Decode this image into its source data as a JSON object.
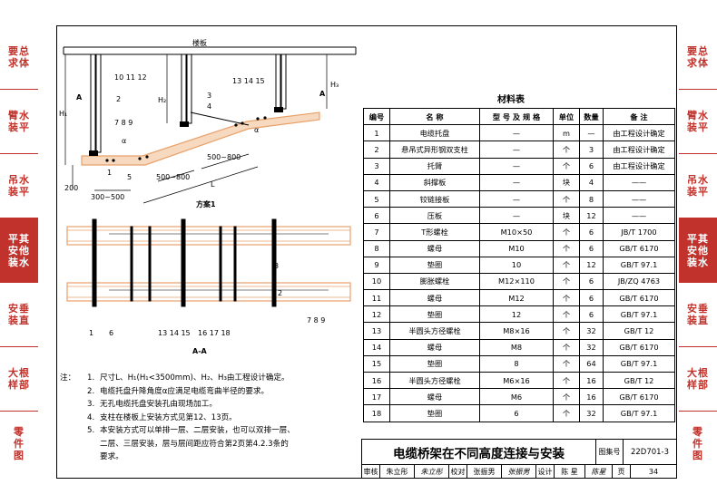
{
  "left_tabs": [
    {
      "l1": "要总",
      "l2": "求体",
      "active": false
    },
    {
      "l1": "臂水",
      "l2": "装平",
      "active": false
    },
    {
      "l1": "吊水",
      "l2": "装平",
      "active": false
    },
    {
      "l1": "平其",
      "l2": "安他",
      "l3": "装水",
      "active": true
    },
    {
      "l1": "安垂",
      "l2": "装直",
      "active": false
    },
    {
      "l1": "大根",
      "l2": "样部",
      "active": false
    },
    {
      "l1": "零",
      "l2": "件",
      "l3": "图",
      "active": false
    }
  ],
  "drawing": {
    "slab_label": "楼板",
    "scheme_label": "方案1",
    "section_label": "A-A",
    "section_mark": "A",
    "labels_top": {
      "parts_a": "10 11 12",
      "n2": "2",
      "n3": "3",
      "n4": "4",
      "parts_b": "13 14 15",
      "parts_c": "7 8 9",
      "n5": "5",
      "n1": "1",
      "alpha": "α",
      "h1": "H₁",
      "h2": "H₂",
      "h3": "H₃",
      "dim200": "200",
      "dim300_500": "300~500",
      "dim500_800a": "500~800",
      "dim500_800b": "500~800",
      "dimL": "L"
    },
    "labels_bottom": {
      "n1": "1",
      "n6": "6",
      "parts_d": "13 14 15",
      "parts_e": "16 17 18",
      "n2": "2",
      "n3": "3",
      "parts_f": "7 8 9"
    }
  },
  "table": {
    "title": "材料表",
    "headers": [
      "编号",
      "名    称",
      "型 号 及 规 格",
      "单位",
      "数量",
      "备    注"
    ],
    "rows": [
      [
        "1",
        "电缆托盘",
        "—",
        "m",
        "—",
        "由工程设计确定"
      ],
      [
        "2",
        "悬吊式异形钢双支柱",
        "—",
        "个",
        "3",
        "由工程设计确定"
      ],
      [
        "3",
        "托臂",
        "—",
        "个",
        "6",
        "由工程设计确定"
      ],
      [
        "4",
        "斜撑板",
        "—",
        "块",
        "4",
        "——"
      ],
      [
        "5",
        "铰链接板",
        "—",
        "个",
        "8",
        "——"
      ],
      [
        "6",
        "压板",
        "—",
        "块",
        "12",
        "——"
      ],
      [
        "7",
        "T形螺栓",
        "M10×50",
        "个",
        "6",
        "JB/T 1700"
      ],
      [
        "8",
        "螺母",
        "M10",
        "个",
        "6",
        "GB/T 6170"
      ],
      [
        "9",
        "垫圈",
        "10",
        "个",
        "12",
        "GB/T 97.1"
      ],
      [
        "10",
        "膨胀螺栓",
        "M12×110",
        "个",
        "6",
        "JB/ZQ 4763"
      ],
      [
        "11",
        "螺母",
        "M12",
        "个",
        "6",
        "GB/T 6170"
      ],
      [
        "12",
        "垫圈",
        "12",
        "个",
        "6",
        "GB/T 97.1"
      ],
      [
        "13",
        "半圆头方径螺栓",
        "M8×16",
        "个",
        "32",
        "GB/T 12"
      ],
      [
        "14",
        "螺母",
        "M8",
        "个",
        "32",
        "GB/T 6170"
      ],
      [
        "15",
        "垫圈",
        "8",
        "个",
        "64",
        "GB/T 97.1"
      ],
      [
        "16",
        "半圆头方径螺栓",
        "M6×16",
        "个",
        "16",
        "GB/T 12"
      ],
      [
        "17",
        "螺母",
        "M6",
        "个",
        "16",
        "GB/T 6170"
      ],
      [
        "18",
        "垫圈",
        "6",
        "个",
        "32",
        "GB/T 97.1"
      ]
    ]
  },
  "notes": {
    "prefix": "注：",
    "items": [
      {
        "n": "1.",
        "t": "尺寸L、H₁(H₁<3500mm)、H₂、H₃由工程设计确定。"
      },
      {
        "n": "2.",
        "t": "电缆托盘升降角度α应满足电缆弯曲半径的要求。"
      },
      {
        "n": "3.",
        "t": "无孔电缆托盘安装孔由现场加工。"
      },
      {
        "n": "4.",
        "t": "支柱在楼板上安装方式见第12、13页。"
      },
      {
        "n": "5.",
        "t": "本安装方式可以单排一层、二层安装，也可以双排一层、"
      },
      {
        "n": "",
        "t": "二层、三层安装，层与层间距应符合第2页第4.2.3条的"
      },
      {
        "n": "",
        "t": "要求。"
      }
    ]
  },
  "title_block": {
    "title": "电缆桥架在不同高度连接与安装",
    "atlas_label": "图集号",
    "atlas_no": "22D701-3",
    "review_label": "审核",
    "reviewer": "朱立彤",
    "reviewer_sig": "朱立彤",
    "check_label": "校对",
    "checker": "张振男",
    "checker_sig": "张振男",
    "design_label": "设计",
    "designer": "陈 星",
    "designer_sig": "陈星",
    "page_label": "页",
    "page_no": "34"
  },
  "colors": {
    "accent_red": "#c0322b",
    "tray_orange": "#e8a16a",
    "tray_fill": "#f6d9bf"
  }
}
